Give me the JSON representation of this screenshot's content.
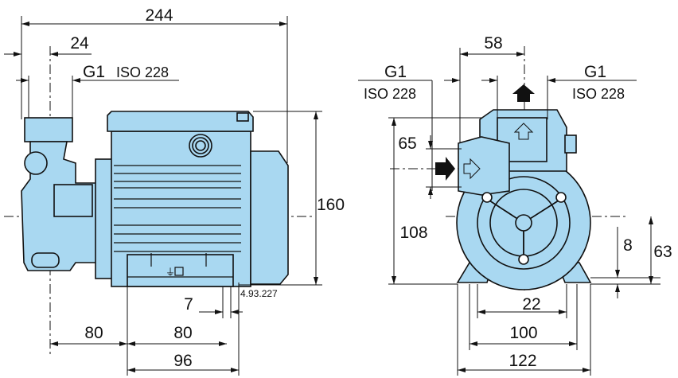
{
  "colors": {
    "pump_body": "#a9d8f1",
    "lines": "#111111"
  },
  "side_view": {
    "overall_length": "244",
    "inlet_offset": "24",
    "inlet_thread": "G1",
    "inlet_standard": "ISO 228",
    "height": "160",
    "foot_hole": "7",
    "inlet_to_foot": "80",
    "foot_hole_spacing": "80",
    "foot_length": "96",
    "drawing_code": "4.93.227"
  },
  "front_view": {
    "outlet_offset": "58",
    "inlet_thread": "G1",
    "inlet_standard": "ISO 228",
    "outlet_thread": "G1",
    "outlet_standard": "ISO 228",
    "inlet_height_diff": "65",
    "axis_height": "108",
    "foot_thickness": "8",
    "foot_height": "63",
    "foot_slot": "22",
    "foot_hole_spacing": "100",
    "foot_width": "122"
  }
}
